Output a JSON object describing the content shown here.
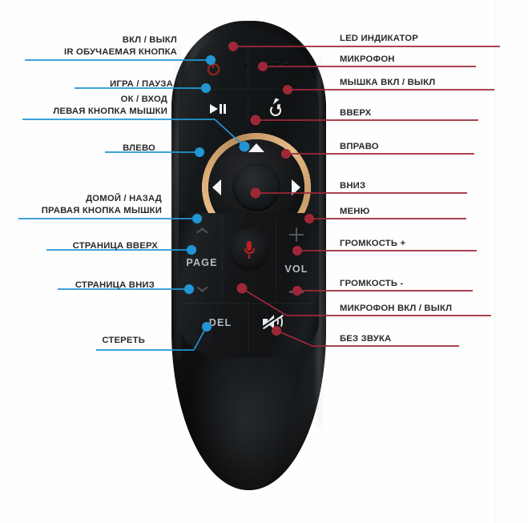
{
  "diagram": {
    "title": "Air Mouse Remote Control Button Map",
    "background_color": "#ffffff",
    "left_line_color": "#2196d4",
    "right_line_color": "#9e2838",
    "label_text_color": "#2a2a2a",
    "accent_ring_color": "#d8ab74"
  },
  "labels_left": [
    {
      "id": "power",
      "lines": [
        "ВКЛ / ВЫКЛ",
        "IR ОБУЧАЕМАЯ КНОПКА"
      ]
    },
    {
      "id": "playpause",
      "lines": [
        "ИГРА / ПАУЗА"
      ]
    },
    {
      "id": "ok",
      "lines": [
        "ОК / ВХОД",
        "ЛЕВАЯ КНОПКА МЫШКИ"
      ]
    },
    {
      "id": "left",
      "lines": [
        "ВЛЕВО"
      ]
    },
    {
      "id": "home",
      "lines": [
        "ДОМОЙ / НАЗАД",
        "ПРАВАЯ КНОПКА МЫШКИ"
      ]
    },
    {
      "id": "pageup",
      "lines": [
        "СТРАНИЦА ВВЕРХ"
      ]
    },
    {
      "id": "pagedown",
      "lines": [
        "СТРАНИЦА ВНИЗ"
      ]
    },
    {
      "id": "delete",
      "lines": [
        "СТЕРЕТЬ"
      ]
    }
  ],
  "labels_right": [
    {
      "id": "led",
      "lines": [
        "LED ИНДИКАТОР"
      ]
    },
    {
      "id": "microphone",
      "lines": [
        "МИКРОФОН"
      ]
    },
    {
      "id": "mousetgl",
      "lines": [
        "МЫШКА ВКЛ / ВЫКЛ"
      ]
    },
    {
      "id": "up",
      "lines": [
        "ВВЕРХ"
      ]
    },
    {
      "id": "right",
      "lines": [
        "ВПРАВО"
      ]
    },
    {
      "id": "down",
      "lines": [
        "ВНИЗ"
      ]
    },
    {
      "id": "menu",
      "lines": [
        "МЕНЮ"
      ]
    },
    {
      "id": "volup",
      "lines": [
        "ГРОМКОСТЬ +"
      ]
    },
    {
      "id": "voldown",
      "lines": [
        "ГРОМКОСТЬ -"
      ]
    },
    {
      "id": "mictoggle",
      "lines": [
        "МИКРОФОН ВКЛ / ВЫКЛ"
      ]
    },
    {
      "id": "mute",
      "lines": [
        "БЕЗ ЗВУКА"
      ]
    }
  ],
  "keycaps": {
    "page": "PAGE",
    "vol": "VOL",
    "del": "DEL"
  },
  "icons": {
    "power": "power-icon",
    "led": "led-indicator-hole",
    "microphone": "microphone-holes",
    "playpause": "play-pause-icon",
    "mouse_toggle": "mouse-toggle-icon",
    "dpad_up": "arrow-up-icon",
    "dpad_down": "arrow-down-icon",
    "dpad_left": "arrow-left-icon",
    "dpad_right": "arrow-right-icon",
    "ok": "ok-center-button",
    "home": "home-icon",
    "menu": "menu-hamburger-icon",
    "page_up": "chevron-up-icon",
    "page_down": "chevron-down-icon",
    "vol_up": "plus-icon",
    "vol_down": "minus-icon",
    "mic": "microphone-icon",
    "mute": "speaker-mute-icon"
  }
}
